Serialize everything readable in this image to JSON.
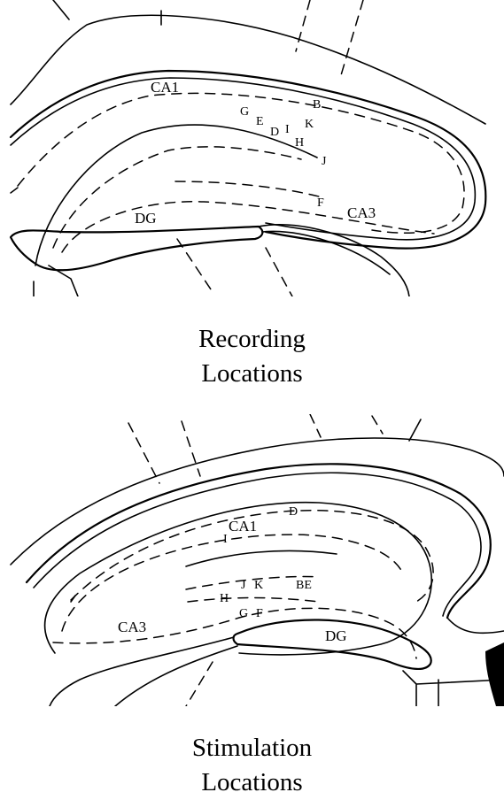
{
  "recording": {
    "caption_line1": "Recording",
    "caption_line2": "Locations",
    "regions": {
      "ca1": "CA1",
      "dg": "DG",
      "ca3": "CA3"
    },
    "sites": [
      "B",
      "G",
      "E",
      "D",
      "I",
      "K",
      "H",
      "J",
      "F"
    ]
  },
  "stimulation": {
    "caption_line1": "Stimulation",
    "caption_line2": "Locations",
    "regions": {
      "ca1": "CA1",
      "ca3": "CA3",
      "dg": "DG"
    },
    "sites": [
      "D",
      "I",
      "J",
      "K",
      "BE",
      "H",
      "G",
      "F"
    ]
  }
}
